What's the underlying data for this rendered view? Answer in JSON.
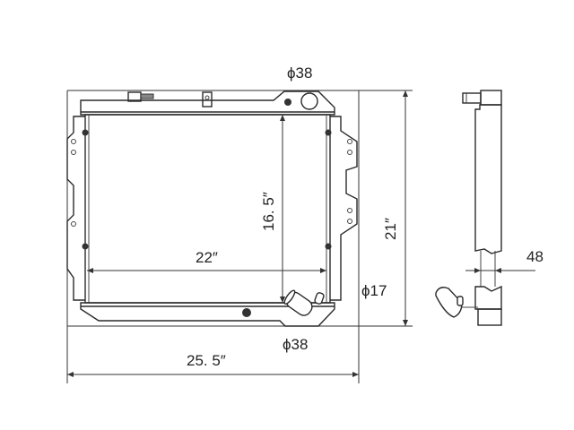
{
  "drawing": {
    "subject": "radiator",
    "views": [
      "front-view",
      "side-view"
    ],
    "colors": {
      "line": "#2a2a2a",
      "background": "#ffffff"
    }
  },
  "dimensions": {
    "overall_width": "25. 5″",
    "overall_height": "21″",
    "core_width": "22″",
    "core_height": "16. 5″",
    "inlet_diameter": "ϕ38",
    "outlet_diameter": "ϕ38",
    "small_pipe_diameter": "ϕ17",
    "thickness": "48"
  }
}
